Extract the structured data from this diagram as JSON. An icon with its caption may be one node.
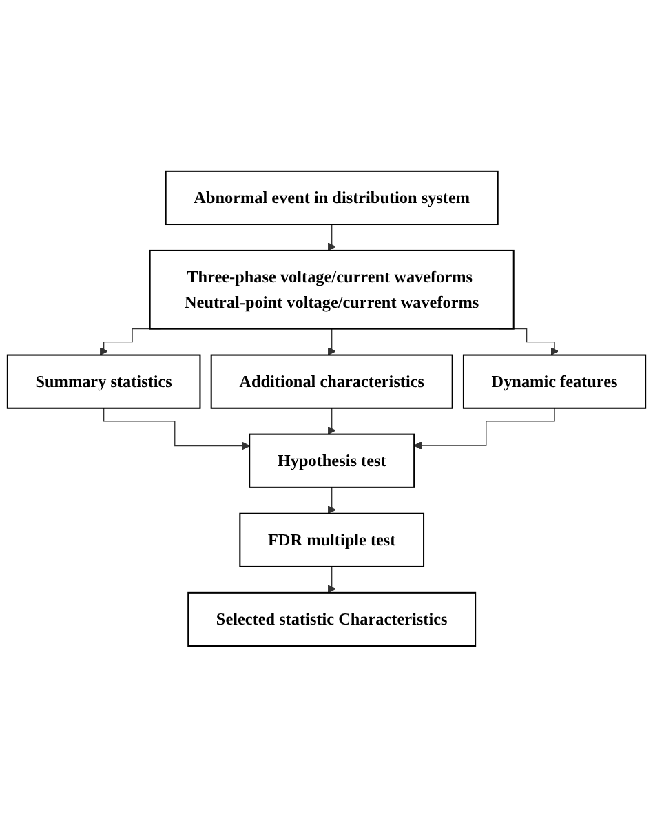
{
  "diagram": {
    "nodes": [
      {
        "text": [
          "Abnormal event in distribution system"
        ]
      },
      {
        "text": [
          "Three-phase voltage/current waveforms Neutral-point voltage/current waveforms"
        ]
      },
      {
        "text": [
          "Summary statistics"
        ]
      },
      {
        "text": [
          "Additional characteristics"
        ]
      },
      {
        "text": [
          "Dynamic features"
        ]
      },
      {
        "text": [
          "Hypothesis test"
        ]
      },
      {
        "text": [
          "FDR multiple test"
        ]
      },
      {
        "text": [
          "Selected statistic Characteristics"
        ]
      }
    ],
    "edges": [
      {
        "from": 0,
        "to": 1,
        "arrow": "to"
      },
      {
        "from": 1,
        "to": 2,
        "arrow": "to"
      },
      {
        "from": 1,
        "to": 3,
        "arrow": "to"
      },
      {
        "from": 1,
        "to": 4,
        "arrow": "to"
      },
      {
        "from": 2,
        "to": 5,
        "arrow": "to"
      },
      {
        "from": 3,
        "to": 5,
        "arrow": "to"
      },
      {
        "from": 4,
        "to": 5,
        "arrow": "to"
      },
      {
        "from": 5,
        "to": 6,
        "arrow": "to"
      },
      {
        "from": 6,
        "to": 7,
        "arrow": "to"
      }
    ]
  }
}
